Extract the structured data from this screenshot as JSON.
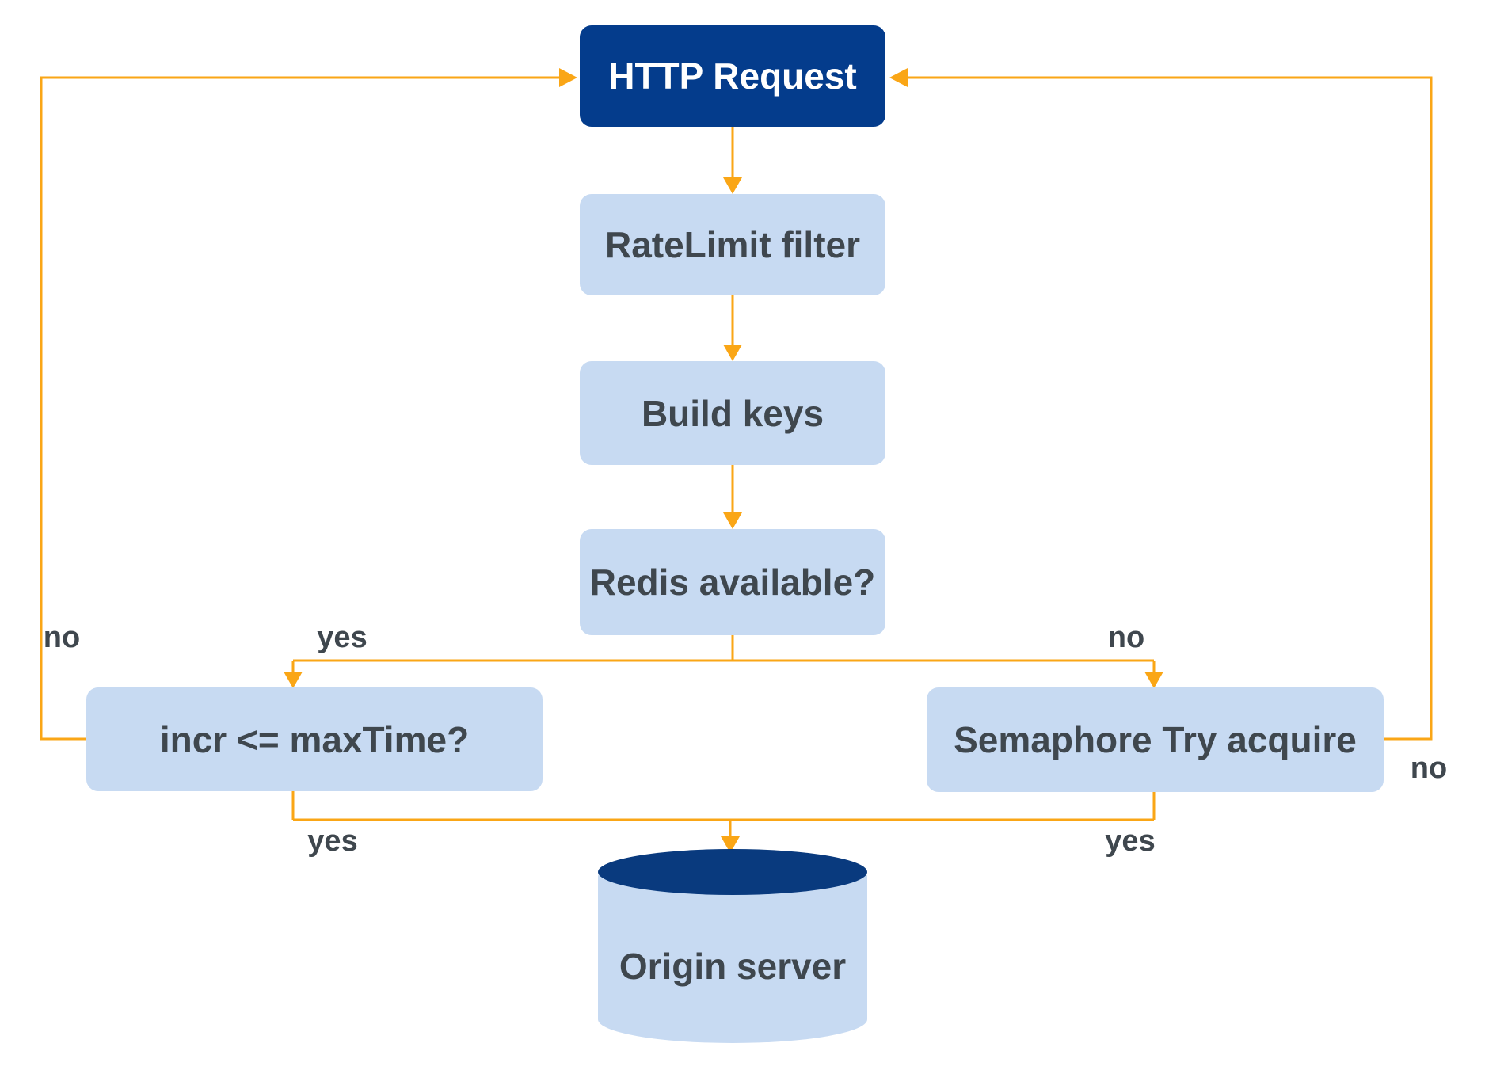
{
  "diagram": {
    "title_hint": "rate-limit request flowchart",
    "colors": {
      "background": "#ffffff",
      "start_node_fill": "#043c8c",
      "process_node_fill": "#c7daf2",
      "node_text_dark": "#3f474e",
      "start_node_text": "#ffffff",
      "connector_orange": "#faa616",
      "cylinder_top_fill": "#093a7e",
      "cylinder_body_fill": "#c7daf2"
    },
    "nodes": [
      {
        "id": "http_request",
        "label": "HTTP Request",
        "type": "start"
      },
      {
        "id": "ratelimit_filter",
        "label": "RateLimit filter",
        "type": "process"
      },
      {
        "id": "build_keys",
        "label": "Build keys",
        "type": "process"
      },
      {
        "id": "redis_available",
        "label": "Redis available?",
        "type": "decision"
      },
      {
        "id": "incr_le_maxtime",
        "label": "incr <= maxTime?",
        "type": "decision"
      },
      {
        "id": "semaphore_try_acquire",
        "label": "Semaphore Try acquire",
        "type": "process"
      },
      {
        "id": "origin_server",
        "label": "Origin server",
        "type": "datastore"
      }
    ],
    "labels": {
      "redis_yes": "yes",
      "redis_no": "no",
      "incr_yes": "yes",
      "incr_no": "no",
      "sem_yes": "yes",
      "sem_no": "no"
    },
    "edges": [
      {
        "from": "http_request",
        "to": "ratelimit_filter",
        "label": ""
      },
      {
        "from": "ratelimit_filter",
        "to": "build_keys",
        "label": ""
      },
      {
        "from": "build_keys",
        "to": "redis_available",
        "label": ""
      },
      {
        "from": "redis_available",
        "to": "incr_le_maxtime",
        "label": "yes"
      },
      {
        "from": "redis_available",
        "to": "semaphore_try_acquire",
        "label": "no"
      },
      {
        "from": "incr_le_maxtime",
        "to": "origin_server",
        "label": "yes"
      },
      {
        "from": "incr_le_maxtime",
        "to": "http_request",
        "label": "no"
      },
      {
        "from": "semaphore_try_acquire",
        "to": "origin_server",
        "label": "yes"
      },
      {
        "from": "semaphore_try_acquire",
        "to": "http_request",
        "label": "no"
      }
    ]
  }
}
